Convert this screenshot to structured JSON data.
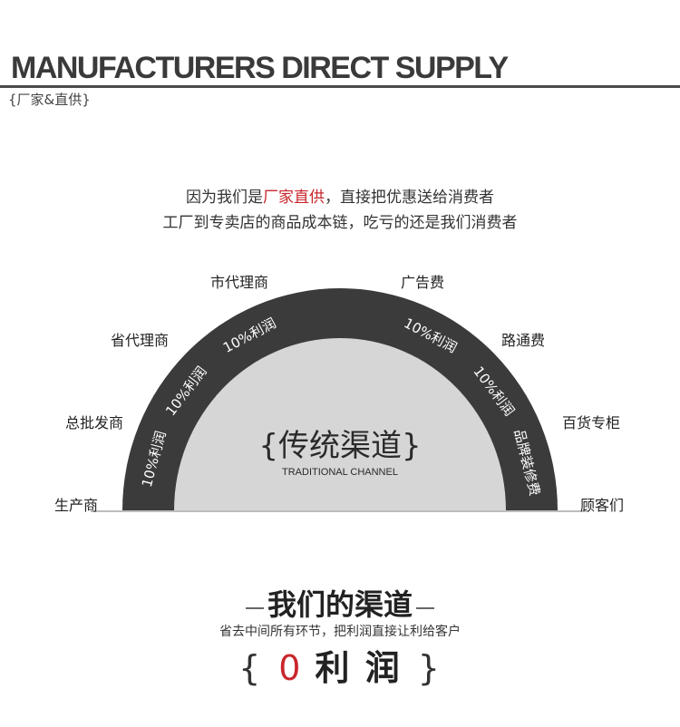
{
  "header": {
    "title": "MANUFACTURERS DIRECT SUPPLY",
    "subtitle": "{厂家&直供}"
  },
  "intro": {
    "line1_before": "因为我们是",
    "line1_highlight": "厂家直供",
    "line1_after": "，直接把优惠送给消费者",
    "line2": "工厂到专卖店的商品成本链，吃亏的还是我们消费者"
  },
  "diagram": {
    "center_title": "{传统渠道}",
    "center_subtitle": "TRADITIONAL CHANNEL",
    "left_labels": [
      "生产商",
      "总批发商",
      "省代理商",
      "市代理商"
    ],
    "right_labels": [
      "广告费",
      "路通费",
      "百货专柜",
      "顾客们"
    ],
    "arc_segments": [
      "10%利润",
      "10%利润",
      "10%利润",
      "10%利润",
      "10%利润",
      "品牌装修费"
    ],
    "colors": {
      "arc": "#3b3b3b",
      "inner": "#d6d6d6",
      "accent": "#c8262c"
    }
  },
  "footer": {
    "title": "我们的渠道",
    "description": "省去中间所有环节，把利润直接让利给客户",
    "profit_open": "{",
    "profit_zero": "0",
    "profit_word": "利  润",
    "profit_close": "}"
  }
}
